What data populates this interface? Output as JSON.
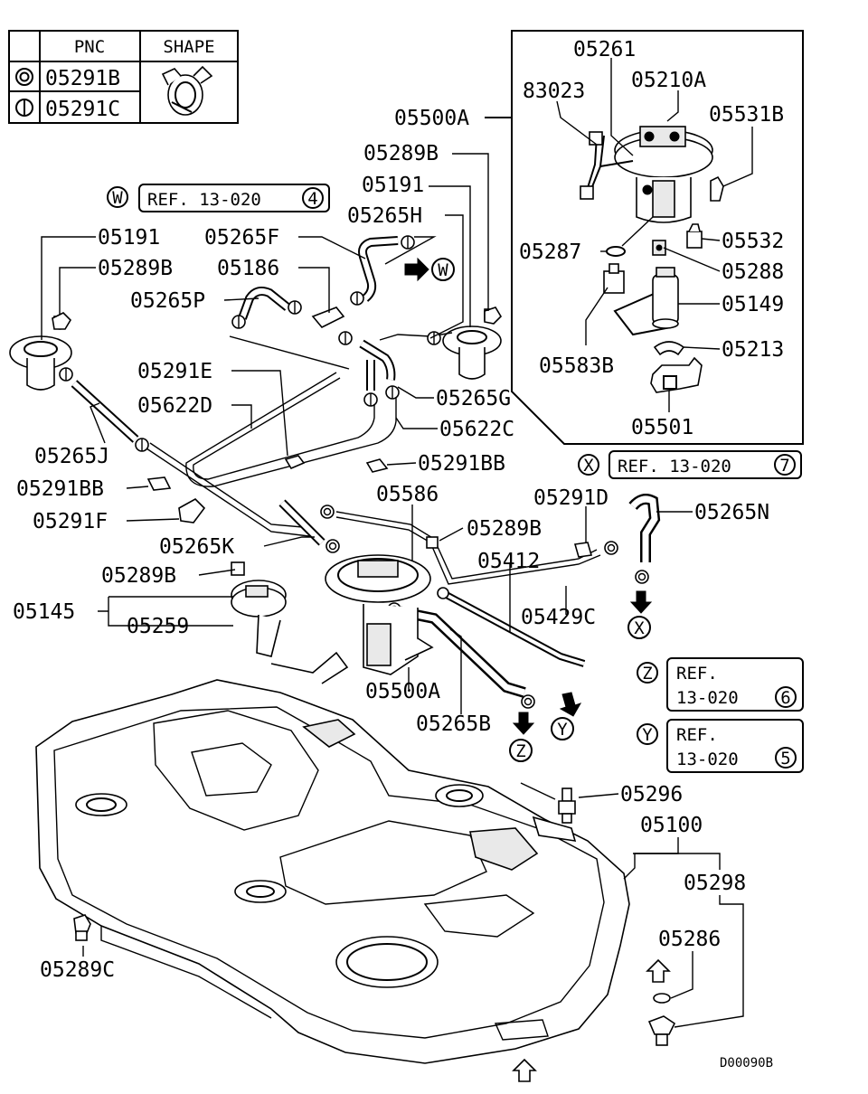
{
  "legend": {
    "headers": [
      "PNC",
      "SHAPE"
    ],
    "rows": [
      {
        "symbol": "double-circle",
        "pnc": "05291B"
      },
      {
        "symbol": "circle-bar",
        "pnc": "05291C"
      }
    ]
  },
  "refs": {
    "w": {
      "letter": "W",
      "text": "REF. 13-020",
      "num": "4"
    },
    "x": {
      "letter": "X",
      "text": "REF. 13-020",
      "num": "7"
    },
    "z": {
      "letter": "Z",
      "text1": "REF.",
      "text2": "13-020",
      "num": "6"
    },
    "y": {
      "letter": "Y",
      "text1": "REF.",
      "text2": "13-020",
      "num": "5"
    }
  },
  "markers": {
    "w": "W",
    "x": "X",
    "z": "Z",
    "y": "Y"
  },
  "labels": {
    "l05261": "05261",
    "l83023": "83023",
    "l05210A": "05210A",
    "l05500A_top": "05500A",
    "l05531B": "05531B",
    "l05289B_a": "05289B",
    "l05191_a": "05191",
    "l05265H": "05265H",
    "l05287": "05287",
    "l05532": "05532",
    "l05288": "05288",
    "l05149": "05149",
    "l05213": "05213",
    "l05583B": "05583B",
    "l05501": "05501",
    "l05191_b": "05191",
    "l05265F": "05265F",
    "l05289B_b": "05289B",
    "l05186": "05186",
    "l05265P": "05265P",
    "l05291E": "05291E",
    "l05622D": "05622D",
    "l05265G": "05265G",
    "l05622C": "05622C",
    "l05265J": "05265J",
    "l05291BB_a": "05291BB",
    "l05291BB_b": "05291BB",
    "l05586": "05586",
    "l05291D": "05291D",
    "l05265N": "05265N",
    "l05291F": "05291F",
    "l05289B_c": "05289B",
    "l05265K": "05265K",
    "l05412": "05412",
    "l05289B_d": "05289B",
    "l05145": "05145",
    "l05259": "05259",
    "l05429C": "05429C",
    "l05500A_bot": "05500A",
    "l05265B": "05265B",
    "l05296": "05296",
    "l05100": "05100",
    "l05298": "05298",
    "l05286": "05286",
    "l05289C": "05289C",
    "drawing_code": "D00090B"
  }
}
